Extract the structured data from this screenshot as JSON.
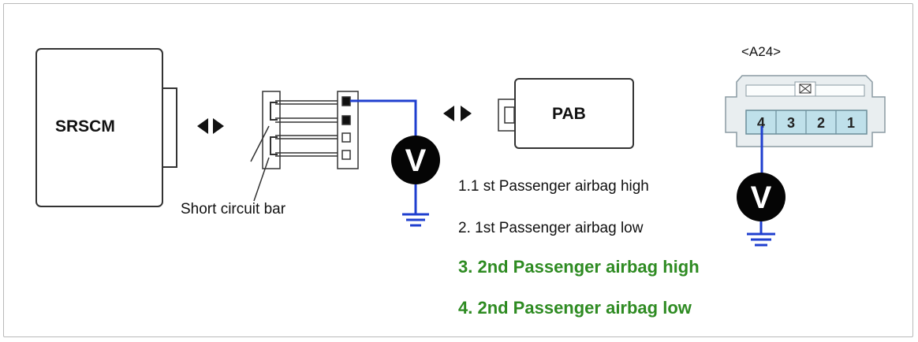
{
  "components": {
    "srscm": "SRSCM",
    "pab": "PAB",
    "connector_id": "<A24>",
    "short_bar_label": "Short circuit bar",
    "meter_symbol": "V"
  },
  "connector_pins": [
    "4",
    "3",
    "2",
    "1"
  ],
  "legend": [
    "1.1 st Passenger airbag high",
    "2. 1st Passenger airbag low",
    "3. 2nd Passenger airbag high",
    "4. 2nd Passenger airbag low"
  ],
  "colors": {
    "wire": "#1f3fcf",
    "highlight_text": "#2e8b22",
    "pin_fill": "#bfe0ea",
    "connector_fill": "#e9eef0"
  }
}
